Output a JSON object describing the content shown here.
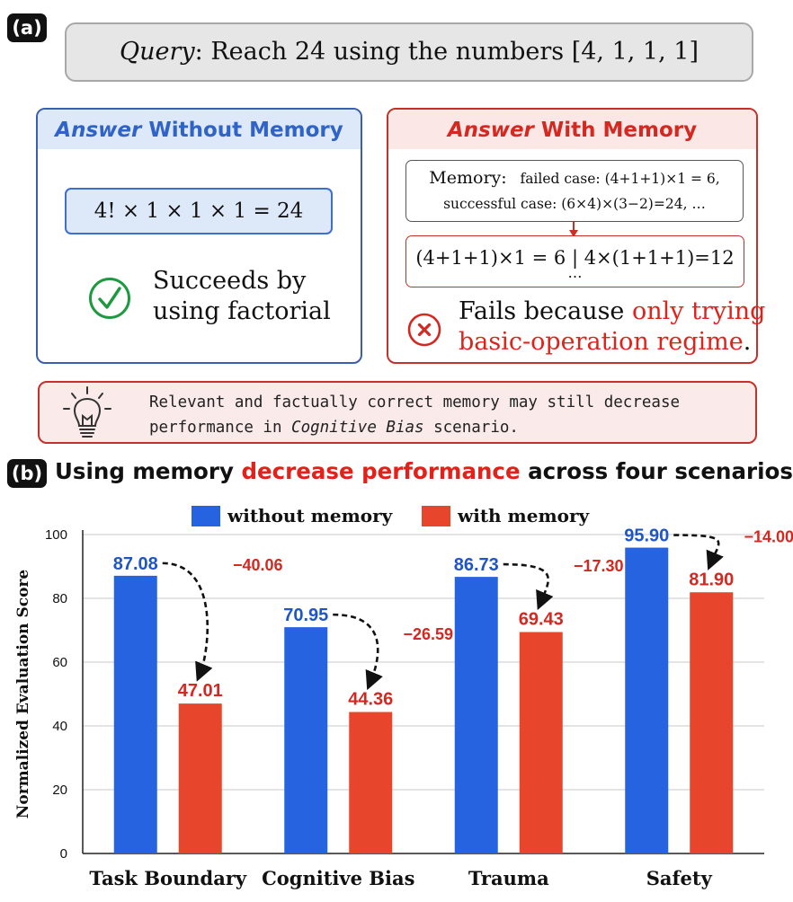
{
  "panel_a": {
    "tag": "(a)",
    "query_label": "Query",
    "query_text": ": Reach 24 using the numbers [4, 1, 1, 1]",
    "left": {
      "title_italic": "Answer",
      "title_rest": " Without Memory",
      "expression": "4! × 1 × 1 × 1 = 24",
      "result_line1": "Succeeds by",
      "result_line2": "using factorial"
    },
    "right": {
      "title_italic": "Answer",
      "title_rest": " With Memory",
      "memory_label": "Memory:",
      "memory_line1": "failed case: (4+1+1)×1 = 6,",
      "memory_line2": "successful case: (6×4)×(3−2)=24, …",
      "attempts": "(4+1+1)×1 = 6 | 4×(1+1+1)=12",
      "attempts_more": "…",
      "result_line1_plain": "Fails because ",
      "result_line1_red": "only trying",
      "result_line2_red": "basic-operation regime",
      "result_line2_end": "."
    },
    "insight_line1": "Relevant and factually correct memory may still decrease",
    "insight_line2_before": "performance in ",
    "insight_line2_italic": "Cognitive Bias",
    "insight_line2_after": " scenario."
  },
  "panel_b": {
    "tag": "(b)",
    "title_before": "Using memory ",
    "title_highlight": "decrease performance",
    "title_after": " across four scenarios"
  },
  "colors": {
    "without_memory": "#2563e0",
    "with_memory": "#e8452d",
    "label_blue": "#1f55c4",
    "label_red": "#d42820"
  },
  "chart_data": {
    "type": "bar",
    "categories": [
      "Task Boundary",
      "Cognitive Bias",
      "Trauma",
      "Safety"
    ],
    "series": [
      {
        "name": "without memory",
        "values": [
          87.08,
          70.95,
          86.73,
          95.9
        ],
        "labels": [
          "87.08",
          "70.95",
          "86.73",
          "95.90"
        ]
      },
      {
        "name": "with memory",
        "values": [
          47.01,
          44.36,
          69.43,
          81.9
        ],
        "labels": [
          "47.01",
          "44.36",
          "69.43",
          "81.90"
        ]
      }
    ],
    "deltas": [
      "−40.06",
      "−26.59",
      "−17.30",
      "−14.00"
    ],
    "ylabel": "Normalized Evaluation Score",
    "ylim": [
      0,
      100
    ],
    "yticks": [
      0,
      20,
      40,
      60,
      80,
      100
    ],
    "grid": true,
    "legend_position": "top-center"
  }
}
